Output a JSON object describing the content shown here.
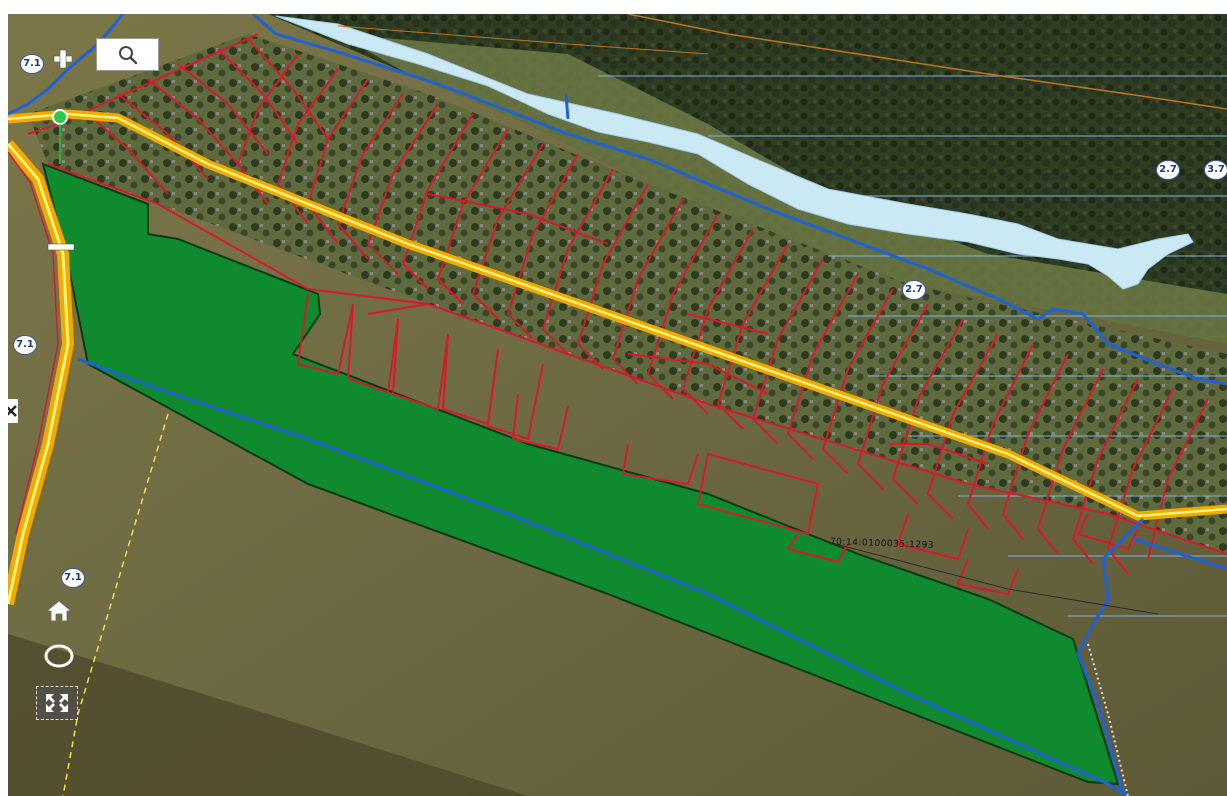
{
  "map": {
    "zone_labels": [
      "7.1",
      "2.7",
      "3.7",
      "2.7",
      "7.1",
      "7.1"
    ],
    "parcel_label": "70:14:0100035:1293",
    "colors": {
      "zone_boundary": "#1e62d6",
      "parcel_outline": "#d8192b",
      "road_outer": "#f2a900",
      "road_inner": "#fff27a",
      "highlight_fill": "#0f8a2e",
      "water": "#cbe9f5"
    }
  },
  "controls": {
    "zoom_in_icon": "plus-icon",
    "zoom_out_icon": "minus-icon",
    "search_icon": "search-icon",
    "home_icon": "home-icon",
    "circle_icon": "circle-icon",
    "fullscreen_icon": "fullscreen-icon",
    "side_icon": "close-icon"
  }
}
